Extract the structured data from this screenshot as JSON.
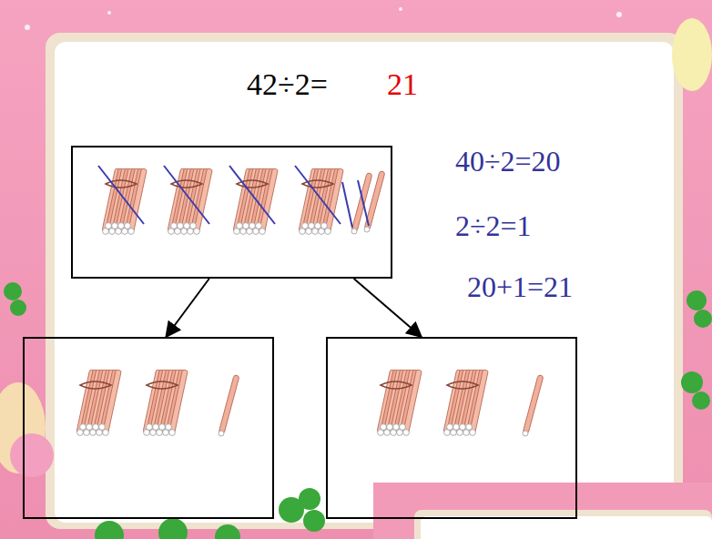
{
  "diagram": {
    "nodes": [
      {
        "text": []
      },
      {
        "text": []
      },
      {
        "text": []
      }
    ],
    "edges": [
      {
        "from": 0,
        "to": 1,
        "arrow": "to"
      },
      {
        "from": 0,
        "to": 2,
        "arrow": "to"
      }
    ],
    "labels": [
      "42÷2=",
      "21",
      "40÷2=20",
      "2÷2=1",
      "20+1=21"
    ]
  }
}
